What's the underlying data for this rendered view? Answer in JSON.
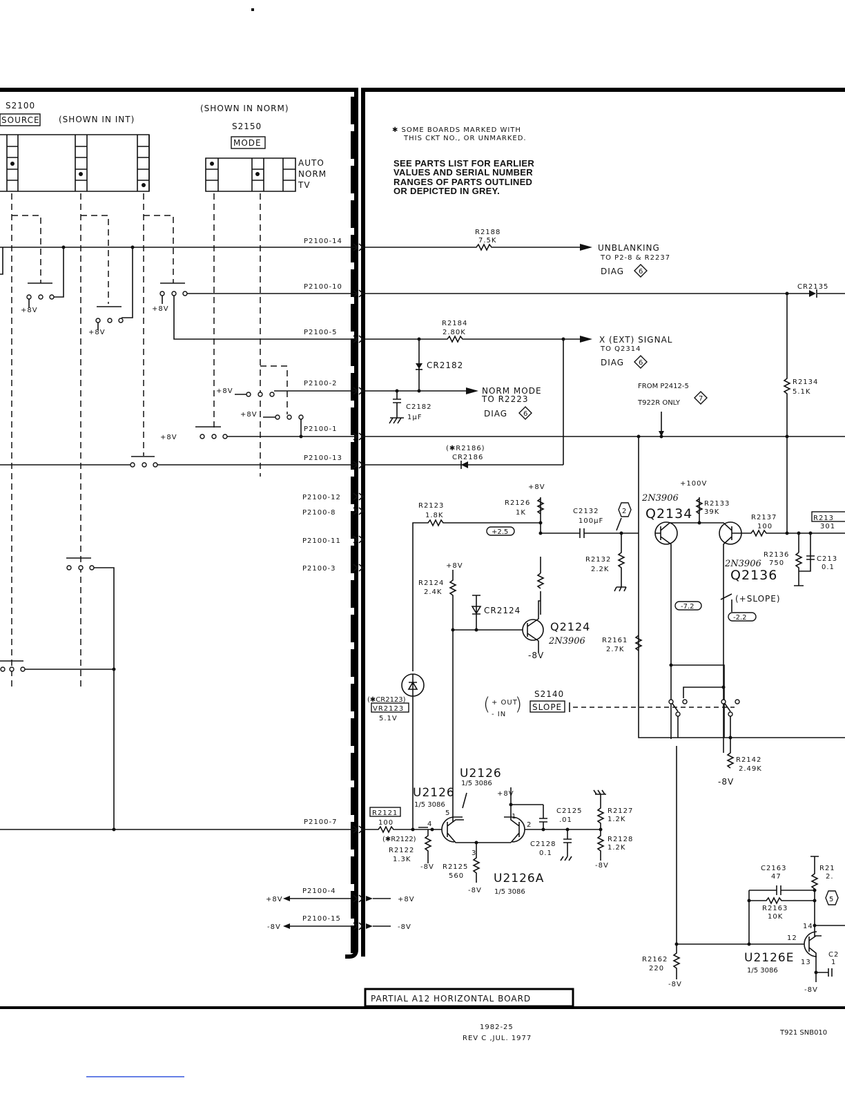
{
  "switches": {
    "source_id": "S2100",
    "source_name": "SOURCE",
    "source_state": "(SHOWN IN INT)",
    "mode_state": "(SHOWN IN NORM)",
    "mode_id": "S2150",
    "mode_name": "MODE",
    "mode_positions": [
      "AUTO",
      "NORM",
      "TV"
    ],
    "slope_id": "S2140",
    "slope_name": "SLOPE",
    "slope_out": "+ OUT",
    "slope_in": "- IN"
  },
  "notes": {
    "note1_line1": "✱ SOME BOARDS MARKED WITH",
    "note1_line2": "THIS CKT NO., OR UNMARKED.",
    "note2": [
      "SEE PARTS LIST FOR EARLIER",
      "VALUES AND SERIAL NUMBER",
      "RANGES OF PARTS OUTLINED",
      "OR DEPICTED IN GREY."
    ]
  },
  "pins": [
    "P2100-14",
    "P2100-10",
    "P2100-5",
    "P2100-2",
    "P2100-1",
    "P2100-13",
    "P2100-12",
    "P2100-8",
    "P2100-11",
    "P2100-3",
    "P2100-7",
    "P2100-4",
    "P2100-15"
  ],
  "supplies": {
    "p8": "+8V",
    "m8": "-8V",
    "p100": "+100V"
  },
  "signals": {
    "unblanking": "UNBLANKING",
    "unblanking_to": "TO P2-8 & R2237",
    "diag": "DIAG",
    "diag6": "6",
    "diag7": "7",
    "xsignal": "X (EXT) SIGNAL",
    "xsignal_to": "TO Q2314",
    "normmode": "NORM MODE",
    "normmode_to": "TO R2223",
    "from": "FROM P2412-5",
    "t922r": "T922R ONLY",
    "plus_slope": "(+SLOPE)"
  },
  "test_points": {
    "tp2": "2",
    "tp5": "5"
  },
  "voltages": {
    "v25": "+2.5",
    "v72": "-7.2",
    "v22": "-2.2"
  },
  "components": {
    "R2188": [
      "R2188",
      "7.5K"
    ],
    "CR2135": [
      "CR2135"
    ],
    "R2184": [
      "R2184",
      "2.80K"
    ],
    "CR2182": [
      "CR2182"
    ],
    "C2182": [
      "C2182",
      "1µF"
    ],
    "R2134": [
      "R2134",
      "5.1K"
    ],
    "R2186": [
      "(✱R2186)",
      "CR2186"
    ],
    "R2123": [
      "R2123",
      "1.8K"
    ],
    "R2126": [
      "R2126",
      "1K"
    ],
    "C2132": [
      "C2132",
      "100µF"
    ],
    "R2133": [
      "R2133",
      "39K"
    ],
    "Q2134": [
      "2N3906",
      "Q2134"
    ],
    "R2137": [
      "R2137",
      "100"
    ],
    "R213x": [
      "R213",
      "301"
    ],
    "R2136": [
      "R2136",
      "750"
    ],
    "C213x": [
      "C213",
      "0.1"
    ],
    "R2132": [
      "R2132",
      "2.2K"
    ],
    "Q2136": [
      "2N3906",
      "Q2136"
    ],
    "R2124": [
      "R2124",
      "2.4K"
    ],
    "CR2124": [
      "CR2124"
    ],
    "Q2124": [
      "Q2124",
      "2N3906"
    ],
    "R2161": [
      "R2161",
      "2.7K"
    ],
    "VR2123": [
      "(✱CR2123)",
      "VR2123",
      "5.1V"
    ],
    "R2142": [
      "R2142",
      "2.49K"
    ],
    "U2126a": [
      "U2126",
      "1/5 3086"
    ],
    "U2126b": [
      "U2126",
      "1/5 3086"
    ],
    "U2126A": [
      "U2126A",
      "1/5 3086"
    ],
    "R2121": [
      "R2121",
      "100"
    ],
    "R2122": [
      "(✱R2122)",
      "R2122",
      "1.3K"
    ],
    "R2125": [
      "R2125",
      "560"
    ],
    "C2125": [
      "C2125",
      ".01"
    ],
    "C2128": [
      "C2128",
      "0.1"
    ],
    "R2127": [
      "R2127",
      "1.2K"
    ],
    "R2128": [
      "R2128",
      "1.2K"
    ],
    "C2163": [
      "C2163",
      "47"
    ],
    "R21xx": [
      "R21",
      "2."
    ],
    "R2163": [
      "R2163",
      "10K"
    ],
    "U2126E": [
      "U2126E",
      "1/5 3086"
    ],
    "R2162": [
      "R2162",
      "220"
    ],
    "C2x": [
      "C2",
      "1"
    ],
    "pins_u": [
      "5",
      "4",
      "3",
      "1",
      "2",
      "14",
      "12",
      "13"
    ]
  },
  "footer": {
    "title": "PARTIAL A12 HORIZONTAL BOARD",
    "drawing_no": "1982-25",
    "rev": "REV C ,JUL. 1977",
    "model": "T921 SNB010"
  }
}
